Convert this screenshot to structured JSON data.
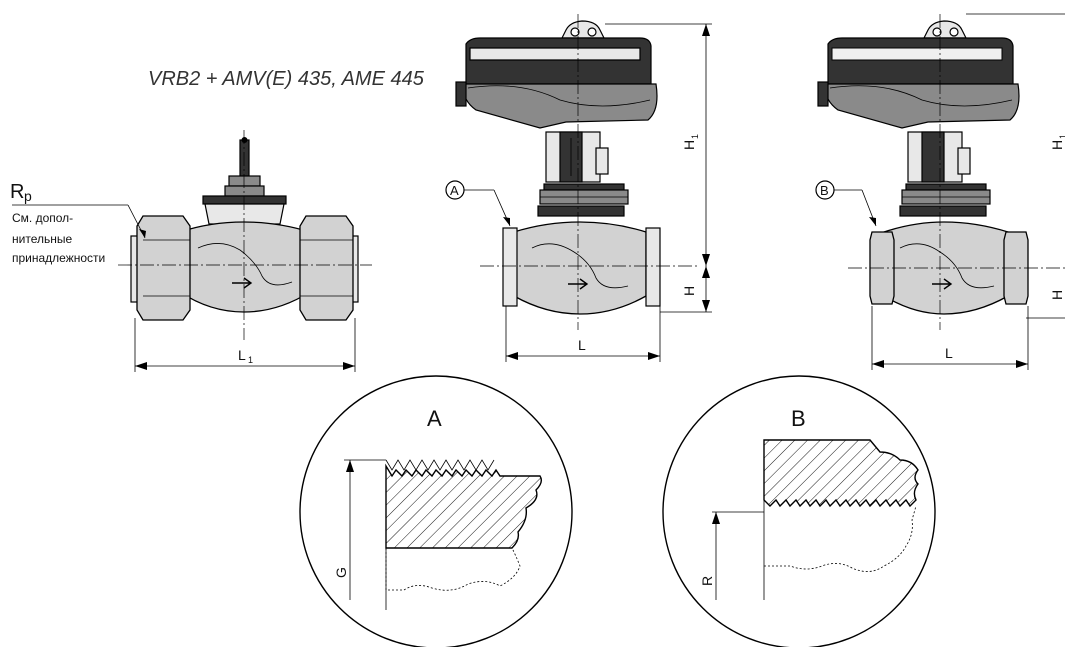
{
  "title": "VRB2 + AMV(E) 435, AME 445",
  "rp": {
    "symbol": "R",
    "subscript": "p",
    "note_line1": "См. допол-",
    "note_line2": "нительные",
    "note_line3": "принадлежности"
  },
  "dimensions": {
    "l1_letter": "L",
    "l1_sub": "1",
    "l_middle": "L",
    "l_right": "L",
    "h_middle": "H",
    "h1_middle_letter": "H",
    "h1_middle_sub": "1",
    "h_right": "H",
    "h1_right_letter": "H",
    "h1_right_sub": "1"
  },
  "callouts": {
    "a_marker": "A",
    "b_marker": "B"
  },
  "details": {
    "a_title": "A",
    "a_label": "G",
    "b_title": "B",
    "b_label": "R"
  }
}
